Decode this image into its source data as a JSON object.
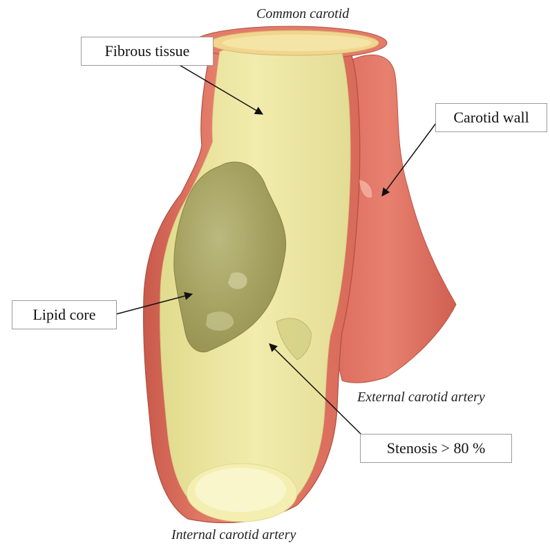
{
  "labels": {
    "common_carotid": "Common carotid",
    "fibrous_tissue": "Fibrous tissue",
    "carotid_wall": "Carotid wall",
    "lipid_core": "Lipid core",
    "external_carotid": "External carotid artery",
    "stenosis": "Stenosis > 80 %",
    "internal_carotid": "Internal carotid artery"
  },
  "colors": {
    "wall": "#e0705f",
    "wall_dark": "#c2574a",
    "fibrous": "#ecec9c",
    "fibrous_light": "#f6f3b8",
    "lipid": "#9c9a56",
    "lipid_light": "#b8b57a",
    "arrow": "#111111",
    "box_border": "#9a9a9a"
  }
}
